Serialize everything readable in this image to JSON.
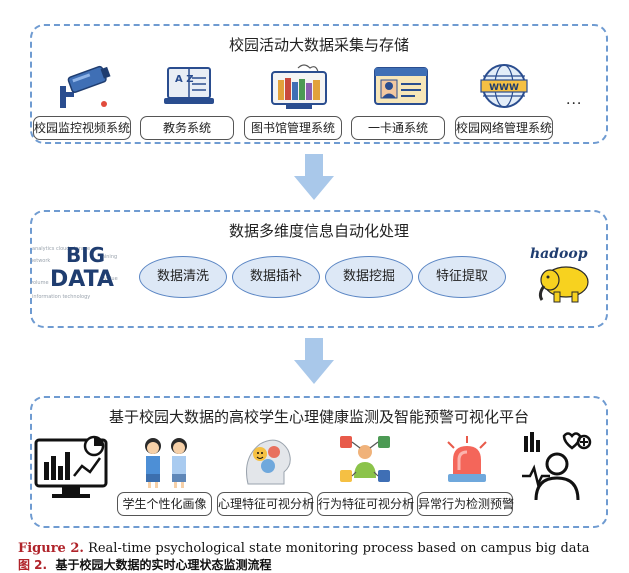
{
  "panel1": {
    "title": "校园活动大数据采集与存储",
    "items": [
      "校园监控视频系统",
      "教务系统",
      "图书馆管理系统",
      "一卡通系统",
      "校园网络管理系统"
    ],
    "more": "...",
    "www": "WWW",
    "az": "A Z"
  },
  "panel2": {
    "title": "数据多维度信息自动化处理",
    "steps": [
      "数据清洗",
      "数据插补",
      "数据挖掘",
      "特征提取"
    ],
    "logo_big": "BIG",
    "logo_data": "DATA",
    "hadoop": "hadoop"
  },
  "panel3": {
    "title": "基于校园大数据的高校学生心理健康监测及智能预警可视化平台",
    "items": [
      "学生个性化画像",
      "心理特征可视分析",
      "行为特征可视分析",
      "异常行为检测预警"
    ]
  },
  "caption": {
    "en_label": "Figure 2.",
    "en_text": " Real-time psychological state monitoring process based on campus big data",
    "zh_label": "图 2.",
    "zh_text": "  基于校园大数据的实时心理状态监测流程"
  },
  "colors": {
    "border": "#6f9bd1",
    "arrow": "#a9c8ea",
    "ellipse_fill": "#dde8f6",
    "figure_label": "#b0232a"
  }
}
